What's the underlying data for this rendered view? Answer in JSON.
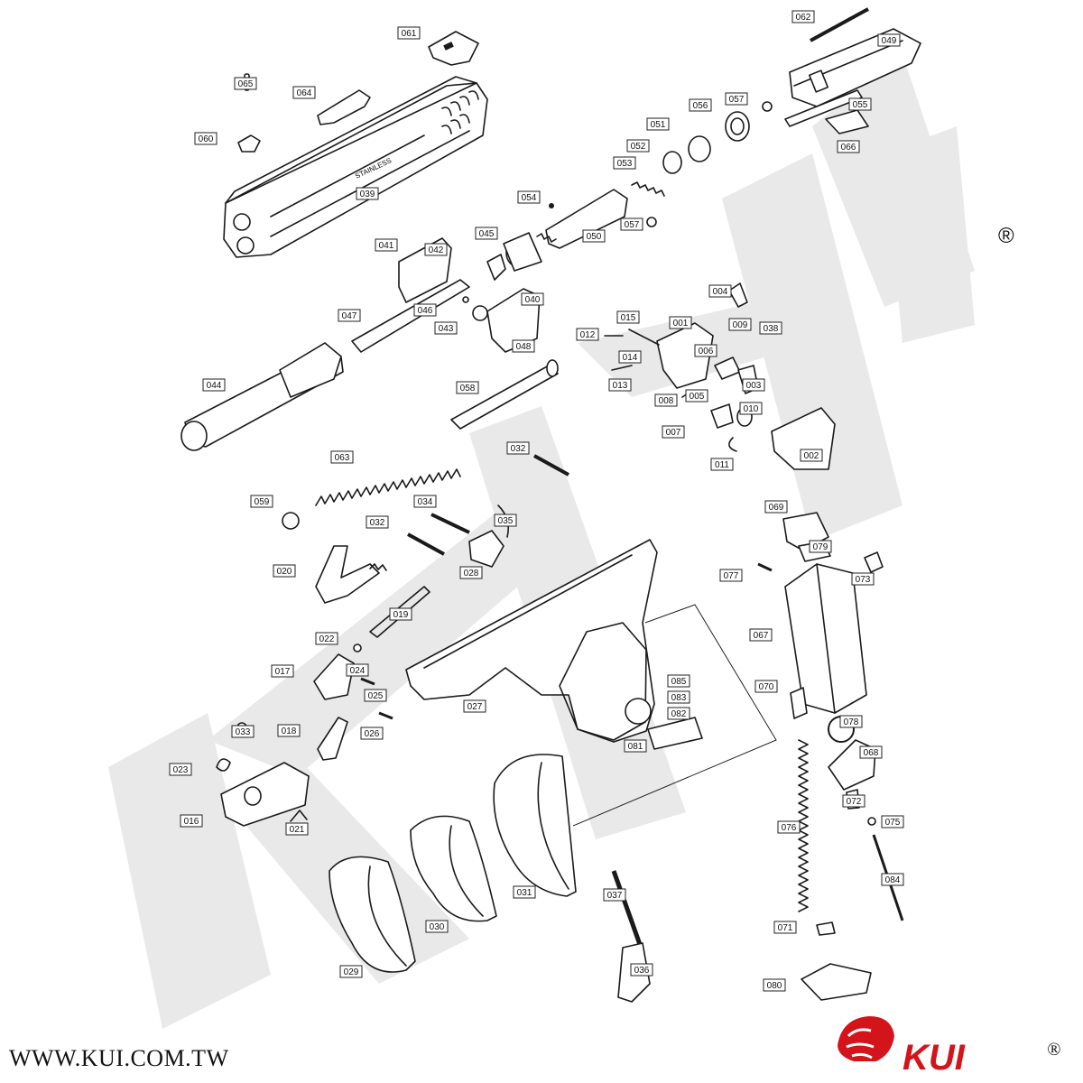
{
  "parts": [
    "001",
    "002",
    "003",
    "004",
    "005",
    "006",
    "007",
    "008",
    "009",
    "010",
    "011",
    "012",
    "013",
    "014",
    "015",
    "016",
    "017",
    "018",
    "019",
    "020",
    "021",
    "022",
    "023",
    "024",
    "025",
    "026",
    "027",
    "028",
    "029",
    "030",
    "031",
    "032",
    "032",
    "033",
    "034",
    "035",
    "036",
    "037",
    "038",
    "039",
    "040",
    "041",
    "042",
    "043",
    "044",
    "045",
    "046",
    "047",
    "048",
    "049",
    "050",
    "051",
    "052",
    "053",
    "054",
    "055",
    "056",
    "057",
    "057",
    "058",
    "059",
    "060",
    "061",
    "062",
    "063",
    "064",
    "065",
    "066",
    "067",
    "068",
    "069",
    "070",
    "071",
    "072",
    "073",
    "075",
    "076",
    "077",
    "078",
    "079",
    "080",
    "081",
    "082",
    "083",
    "084",
    "085"
  ],
  "footer": {
    "url": "WWW.KUI.COM.TW",
    "brand": "KUI",
    "brand_mark": "®"
  },
  "registered_mark": "®"
}
